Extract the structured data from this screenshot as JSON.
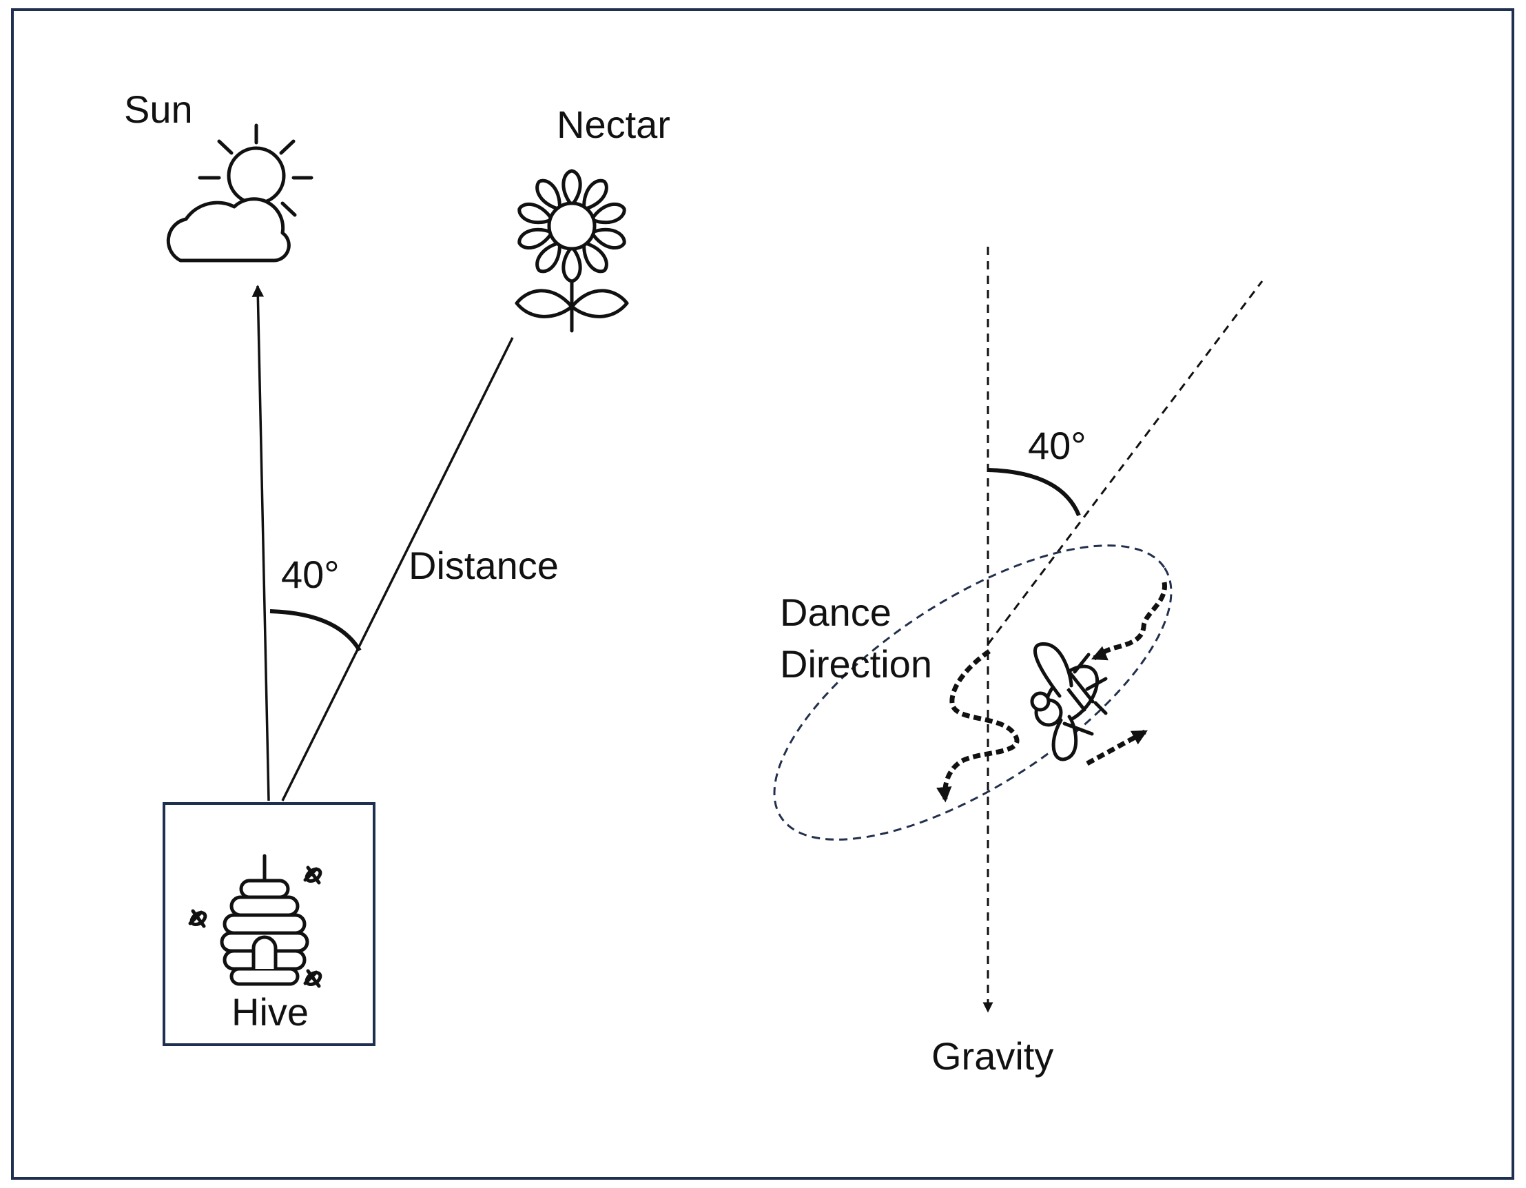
{
  "labels": {
    "sun": "Sun",
    "nectar": "Nectar",
    "distance": "Distance",
    "angle_left": "40°",
    "hive": "Hive",
    "angle_right": "40°",
    "dance_line1": "Dance",
    "dance_line2": "Direction",
    "gravity": "Gravity"
  },
  "angle_degrees": 40,
  "colors": {
    "frame": "#1f2f4f",
    "ink": "#111111",
    "dance_ellipse": "#22304d"
  },
  "icons": [
    "sun-behind-cloud-icon",
    "sunflower-icon",
    "beehive-icon",
    "bee-icon"
  ]
}
